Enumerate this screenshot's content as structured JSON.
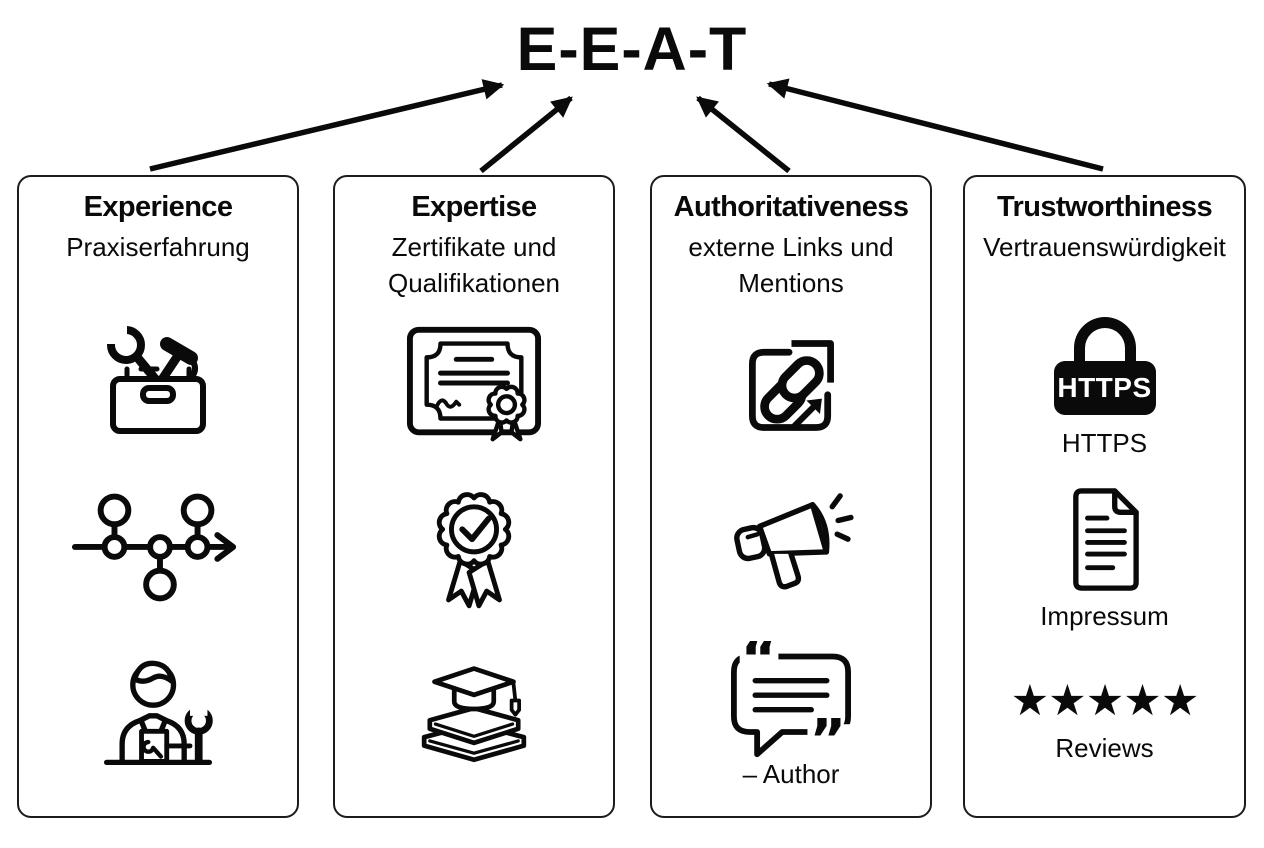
{
  "title": "E-E-A-T",
  "colors": {
    "ink": "#0a0a0a",
    "background": "#ffffff",
    "lock_fill": "#0a0a0a",
    "lock_text": "#ffffff"
  },
  "cards": [
    {
      "title": "Experience",
      "subtitle": "Praxiserfahrung",
      "icons": [
        "toolbox-icon",
        "timeline-icon",
        "mechanic-icon"
      ]
    },
    {
      "title": "Expertise",
      "subtitle": "Zertifikate und Qualifikationen",
      "icons": [
        "certificate-icon",
        "award-badge-icon",
        "graduation-cap-books-icon"
      ]
    },
    {
      "title": "Authoritativeness",
      "subtitle": "externe Links und Mentions",
      "icons": [
        "external-link-icon",
        "megaphone-icon",
        "quote-bubble-icon"
      ],
      "open_quote": "“",
      "close_quote": "”",
      "quote_caption": "– Author"
    },
    {
      "title": "Trustworthiness",
      "subtitle": "Vertrauenswürdigkeit",
      "icons": [
        "https-padlock-icon",
        "impressum-document-icon",
        "five-stars-icon"
      ],
      "lock_label": "HTTPS",
      "lock_caption": "HTTPS",
      "document_caption": "Impressum",
      "stars": "★★★★★",
      "stars_caption": "Reviews"
    }
  ]
}
